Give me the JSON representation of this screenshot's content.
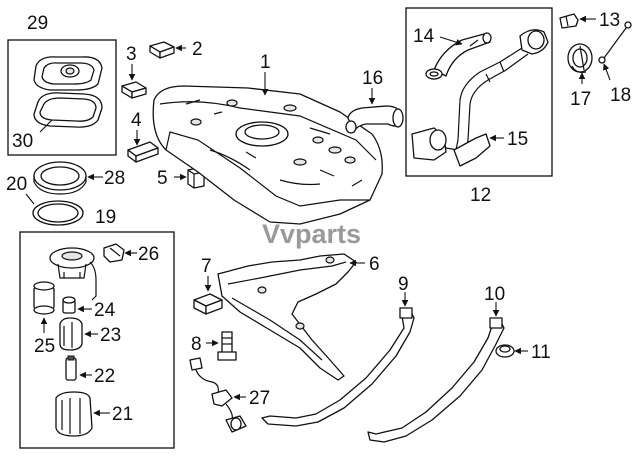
{
  "watermark": {
    "prefix": "V",
    "text": "vparts"
  },
  "callouts": {
    "c1": "1",
    "c2": "2",
    "c3": "3",
    "c4": "4",
    "c5": "5",
    "c6": "6",
    "c7": "7",
    "c8": "8",
    "c9": "9",
    "c10": "10",
    "c11": "11",
    "c12": "12",
    "c13": "13",
    "c14": "14",
    "c15": "15",
    "c16": "16",
    "c17": "17",
    "c18": "18",
    "c19": "19",
    "c20": "20",
    "c21": "21",
    "c22": "22",
    "c23": "23",
    "c24": "24",
    "c25": "25",
    "c26": "26",
    "c27": "27",
    "c28": "28",
    "c29": "29",
    "c30": "30"
  }
}
